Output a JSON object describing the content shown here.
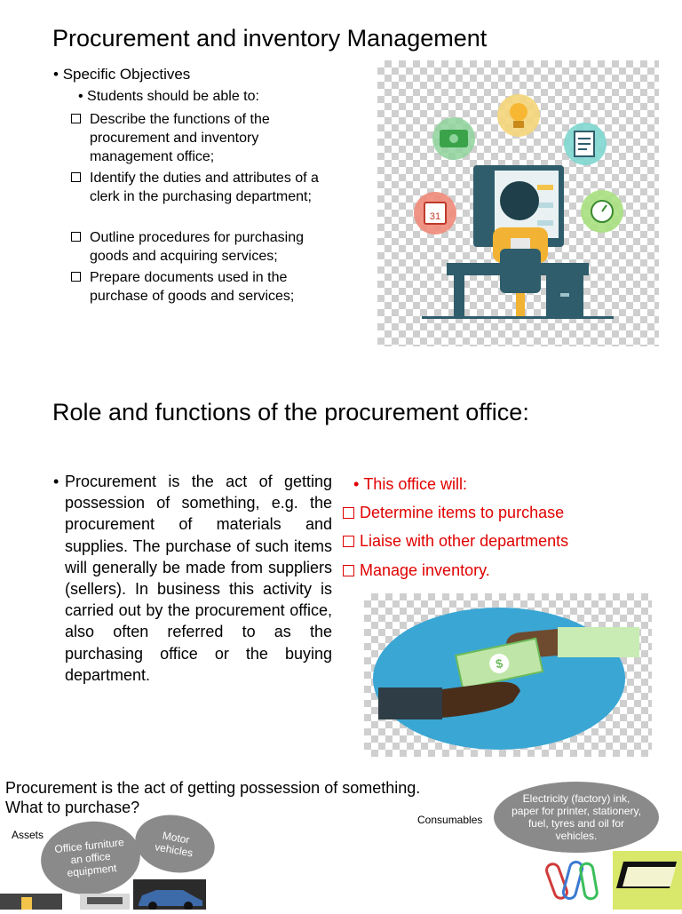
{
  "slide1": {
    "title": "Procurement and inventory Management",
    "bullet_head": "Specific Objectives",
    "bullet_sub": "Students should be able to:",
    "objectives": [
      "Describe the functions of the procurement and inventory management office;",
      "Identify the duties and attributes of a clerk in the purchasing department;",
      "Outline procedures for purchasing goods and acquiring services;",
      "Prepare documents used in the purchase of goods and services;"
    ],
    "calendar_day": "31"
  },
  "slide2": {
    "title": "Role and functions of the procurement office:",
    "paragraph": "Procurement is the act of getting possession of something, e.g. the procurement of materials and supplies. The purchase of such items will generally be made from suppliers (sellers). In business this activity is carried out by the procurement office, also often referred to as the purchasing office or the buying department.",
    "office_head": "This office will:",
    "office_items": [
      "Determine items to purchase",
      "Liaise with other departments",
      "Manage inventory."
    ],
    "money_symbol": "$"
  },
  "slide3": {
    "heading_line1": "Procurement is the act of getting possession of something.",
    "heading_line2": "What to purchase?",
    "assets_label": "Assets",
    "consumables_label": "Consumables",
    "bubble_furniture": "Office furniture an office equipment",
    "bubble_motor": "Motor vehicles",
    "bubble_consumables": "Electricity (factory) ink, paper for printer, stationery, fuel, tyres and oil for vehicles."
  },
  "colors": {
    "accent_red": "#e00000",
    "bubble_gray": "#8a8a8a",
    "desk": "#2f5d6b"
  }
}
